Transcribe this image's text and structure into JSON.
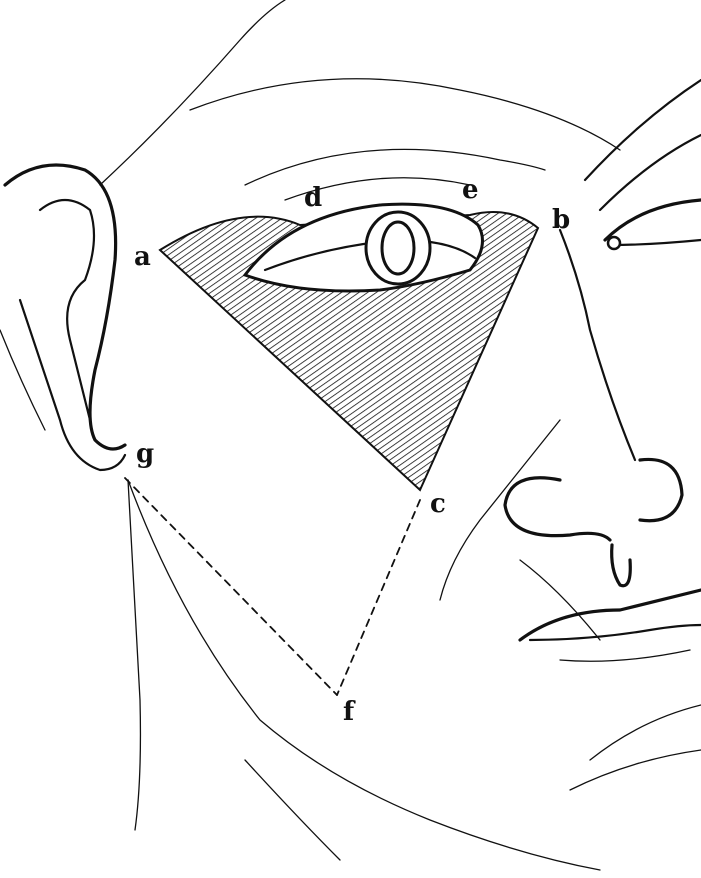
{
  "figure": {
    "labels": {
      "a": "a",
      "b": "b",
      "c": "c",
      "d": "d",
      "e": "e",
      "f": "f",
      "g": "g"
    }
  }
}
